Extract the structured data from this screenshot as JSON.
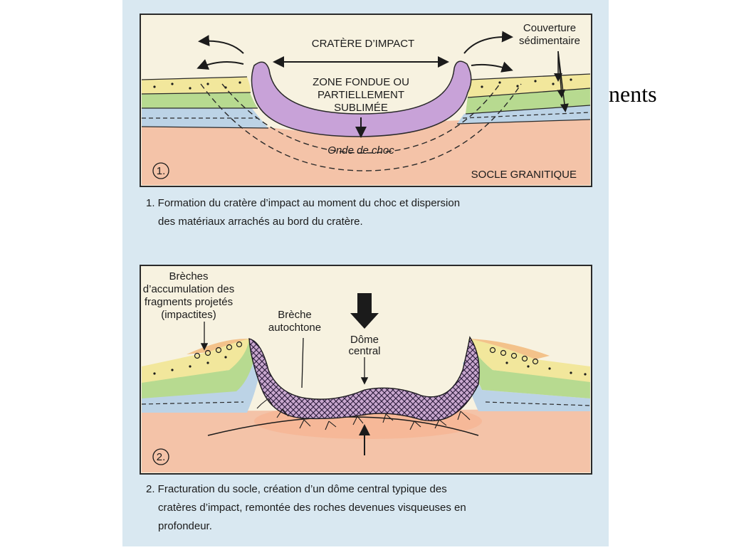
{
  "side_text": "nents",
  "panel1": {
    "number": "1.",
    "crater_label": "CRATÈRE D’IMPACT",
    "couverture_line1": "Couverture",
    "couverture_line2": "sédimentaire",
    "fondue_line1": "ZONE FONDUE OU",
    "fondue_line2": "PARTIELLEMENT",
    "fondue_line3": "SUBLIMÉE",
    "onde": "Onde de choc",
    "socle": "SOCLE GRANITIQUE"
  },
  "caption1": {
    "line1": "1. Formation du cratère d’impact au moment du choc et dispersion",
    "line2": "des matériaux arrachés au bord du cratère."
  },
  "panel2": {
    "number": "2.",
    "breches_line1": "Brèches",
    "breches_line2": "d’accumulation des",
    "breches_line3": "fragments projetés",
    "breches_line4": "(impactites)",
    "autochtone_line1": "Brèche",
    "autochtone_line2": "autochtone",
    "dome_line1": "Dôme",
    "dome_line2": "central"
  },
  "caption2": {
    "line1": "2. Fracturation  du  socle, création d’un dôme central typique des",
    "line2": "cratères d’impact, remontée des roches devenues visqueuses en",
    "line3": "profondeur."
  },
  "colors": {
    "paper": "#d9e8f1",
    "frame_bg": "#f7f2e0",
    "socle": "#f4c3a8",
    "yellow_layer": "#f2e79c",
    "green_layer": "#b7da90",
    "blue_layer": "#bcd3e6",
    "melt": "#c8a2d8",
    "breccia": "#c9a8cf",
    "orange_top": "#f3c28a"
  }
}
